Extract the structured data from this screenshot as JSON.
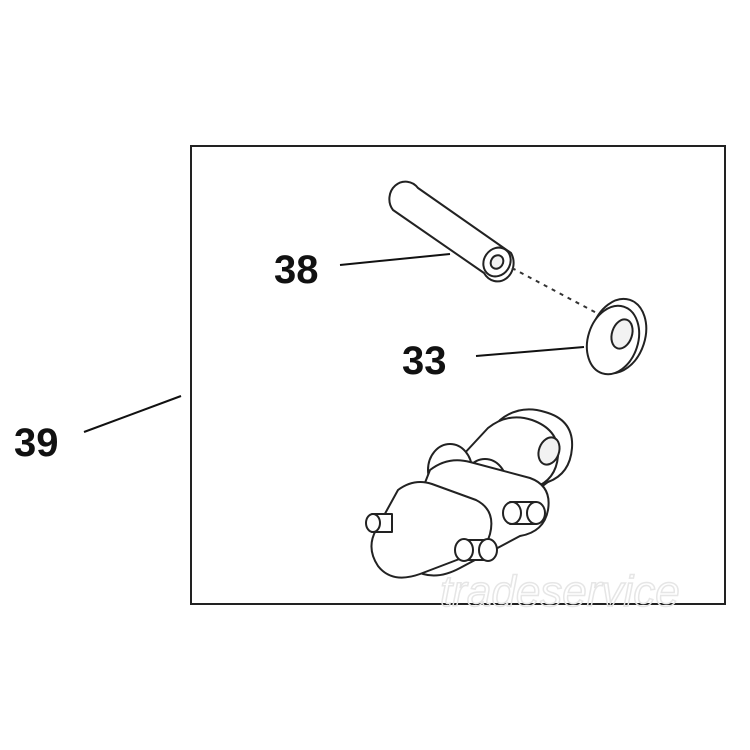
{
  "callouts": {
    "kit": "39",
    "pin": "38",
    "washer": "33"
  },
  "watermark": "tradeservice",
  "colors": {
    "line": "#222222",
    "background": "#ffffff"
  }
}
